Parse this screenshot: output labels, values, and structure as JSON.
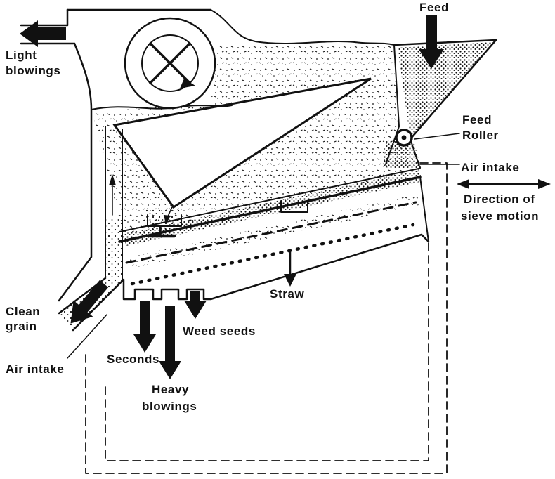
{
  "diagram": {
    "title": "Seed cleaner air-and-sieve diagram",
    "background": "#ffffff",
    "ink": "#111111",
    "labels": {
      "feed": "Feed",
      "light_blowings": [
        "Light",
        "blowings"
      ],
      "feed_roller": [
        "Feed",
        "Roller"
      ],
      "air_intake_right": "Air intake",
      "sieve_motion": [
        "Direction of",
        "sieve motion"
      ],
      "straw": "Straw",
      "clean_grain": [
        "Clean",
        "grain"
      ],
      "air_intake_left": "Air intake",
      "seconds": "Seconds",
      "weed_seeds": "Weed seeds",
      "heavy_blowings": [
        "Heavy",
        "blowings"
      ]
    },
    "icons": {
      "fan": "fan-cross-icon",
      "roller": "feed-roller-icon"
    }
  }
}
